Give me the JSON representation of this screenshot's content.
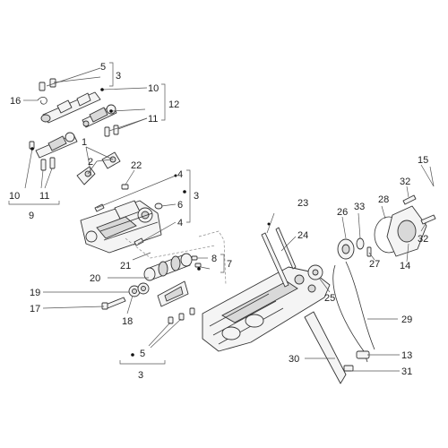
{
  "labels": {
    "l1": "1",
    "l2": "2",
    "l3a": "3",
    "l3b": "3",
    "l3c": "3",
    "l4a": "4",
    "l4b": "4",
    "l5a": "5",
    "l5b": "5",
    "l6": "6",
    "l7": "7",
    "l8": "8",
    "l9": "9",
    "l10a": "10",
    "l10b": "10",
    "l11a": "11",
    "l11b": "11",
    "l12": "12",
    "l13": "13",
    "l14": "14",
    "l15": "15",
    "l16": "16",
    "l17": "17",
    "l18": "18",
    "l19": "19",
    "l20": "20",
    "l21": "21",
    "l22": "22",
    "l23": "23",
    "l24": "24",
    "l25": "25",
    "l26": "26",
    "l27": "27",
    "l28": "28",
    "l29": "29",
    "l30": "30",
    "l31": "31",
    "l32a": "32",
    "l32b": "32",
    "l33": "33"
  }
}
